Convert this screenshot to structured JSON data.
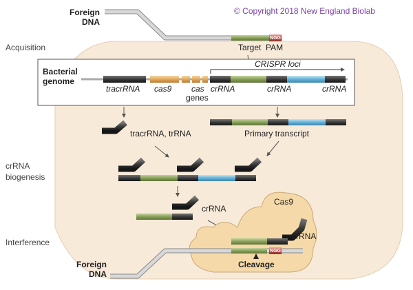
{
  "copyright": "© Copyright 2018 New England Biolab",
  "stages": {
    "acquisition": "Acquisition",
    "crrna_biogenesis_line1": "crRNA",
    "crrna_biogenesis_line2": "biogenesis",
    "interference": "Interference"
  },
  "foreign_dna_top": {
    "line1": "Foreign",
    "line2": "DNA"
  },
  "foreign_dna_bottom": {
    "line1": "Foreign",
    "line2": "DNA"
  },
  "labels": {
    "target": "Target",
    "pam": "PAM",
    "pam_tag": "NGG",
    "bacterial_genome_line1": "Bacterial",
    "bacterial_genome_line2": "genome",
    "crispr_loci": "CRISPR loci",
    "tracrrna_gene": "tracrRNA",
    "cas9_gene": "cas9",
    "cas_genes_line1": "cas",
    "cas_genes_line2": "genes",
    "crrna_1": "crRNA",
    "crrna_2": "crRNA",
    "crrna_3": "crRNA",
    "tracrrna_trrna": "tracrRNA, trRNA",
    "primary_transcript": "Primary transcript",
    "crrna_mature": "crRNA",
    "cas9_protein": "Cas9",
    "crrna_bound": "crRNA",
    "cleavage": "Cleavage"
  },
  "colors": {
    "dna_backbone": "#c8c8c8",
    "repeat_dark": "#3a3a3a",
    "spacer_green": "#7f9a4e",
    "spacer_blue": "#5aa9cf",
    "cas9_gene_orange": "#e0a65a",
    "pam_red": "#c0504d",
    "cell_fill": "#f8ead9",
    "cas9_fill": "#f5d9a8"
  }
}
